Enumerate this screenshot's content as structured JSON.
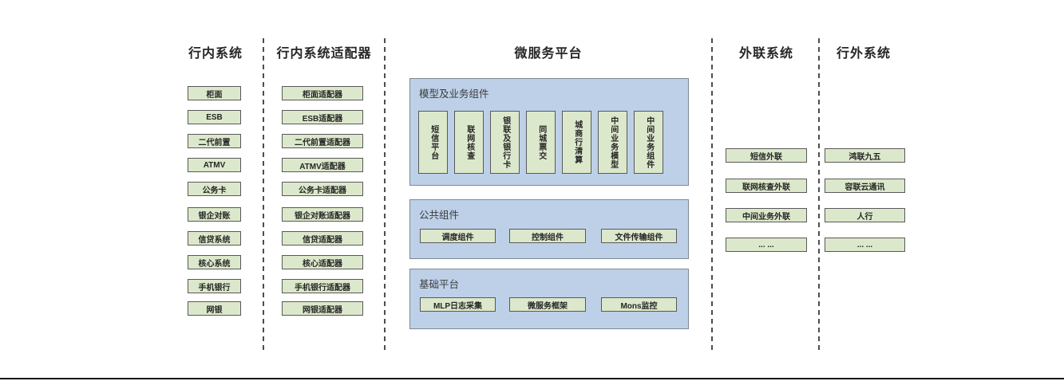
{
  "columns": {
    "internal": {
      "title": "行内系统",
      "items": [
        "柜面",
        "ESB",
        "二代前置",
        "ATMV",
        "公务卡",
        "银企对账",
        "信贷系统",
        "核心系统",
        "手机银行",
        "网银"
      ]
    },
    "adapters": {
      "title": "行内系统适配器",
      "items": [
        "柜面适配器",
        "ESB适配器",
        "二代前置适配器",
        "ATMV适配器",
        "公务卡适配器",
        "银企对账适配器",
        "信贷适配器",
        "核心适配器",
        "手机银行适配器",
        "网银适配器"
      ]
    },
    "platform": {
      "title": "微服务平台",
      "sections": [
        {
          "label": "模型及业务组件",
          "items": [
            "短信平台",
            "联网核查",
            "银联及银行卡",
            "同城票交",
            "城商行清算",
            "中间业务模型",
            "中间业务组件"
          ]
        },
        {
          "label": "公共组件",
          "items": [
            "调度组件",
            "控制组件",
            "文件传输组件"
          ]
        },
        {
          "label": "基础平台",
          "items": [
            "MLP日志采集",
            "微服务框架",
            "Mons监控"
          ]
        }
      ]
    },
    "outreach": {
      "title": "外联系统",
      "items": [
        "短信外联",
        "联网核查外联",
        "中间业务外联",
        "... ..."
      ]
    },
    "external": {
      "title": "行外系统",
      "items": [
        "鸿联九五",
        "容联云通讯",
        "人行",
        "... ..."
      ]
    }
  },
  "colors": {
    "node_fill": "#dce8cb",
    "node_border": "#595959",
    "panel_fill": "#bdd0e8",
    "panel_border": "#7e8994",
    "separator": "#4d4d4d",
    "text": "#262626"
  }
}
